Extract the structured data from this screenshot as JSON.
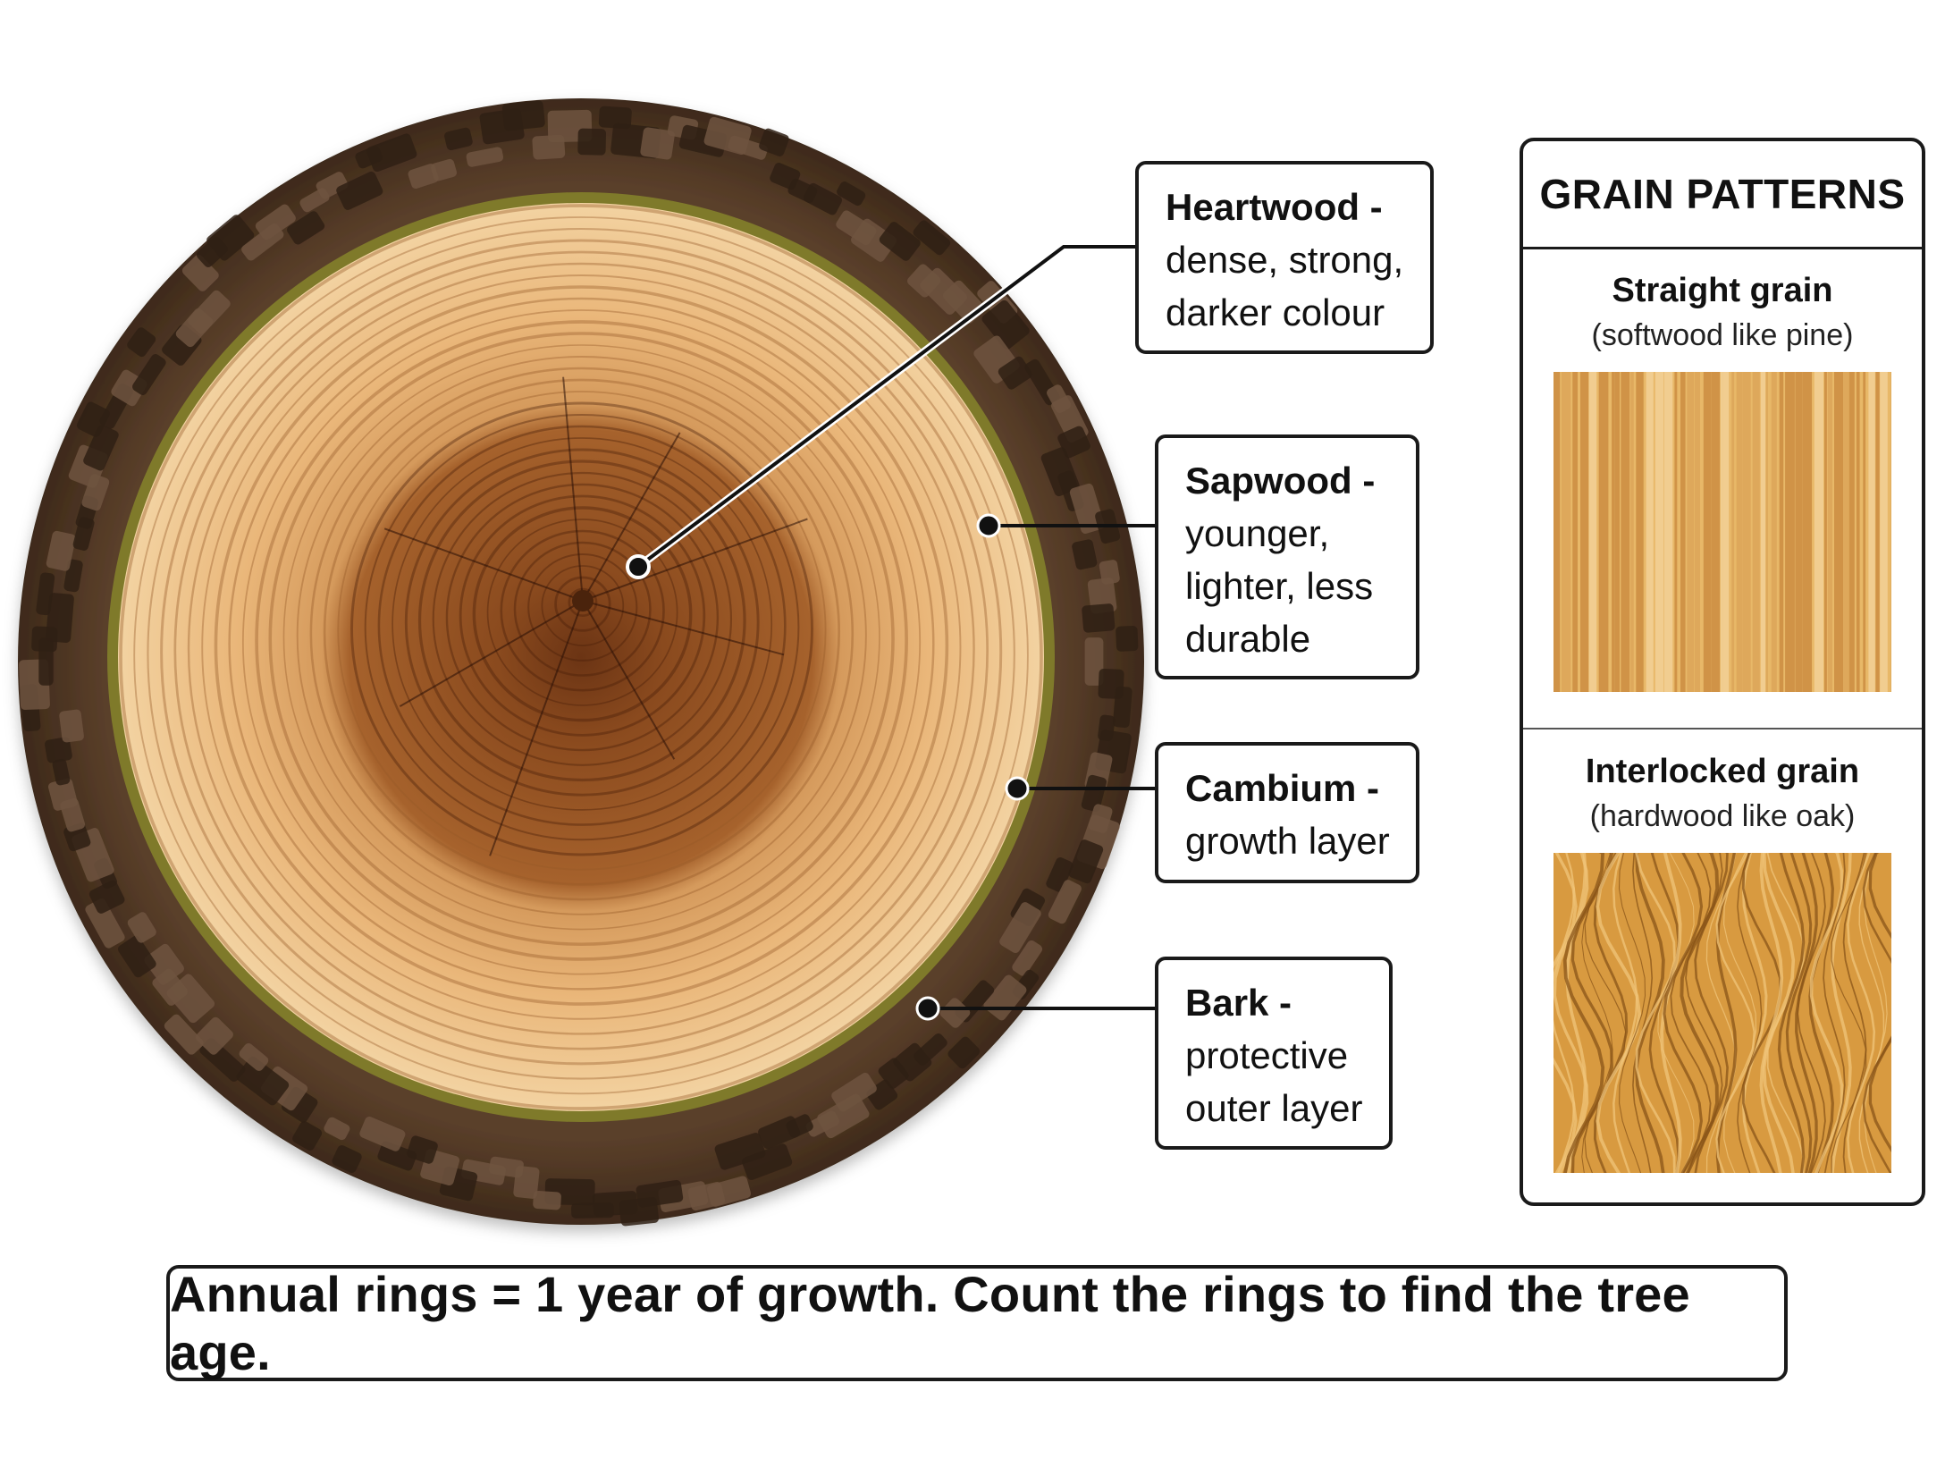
{
  "labels": {
    "heartwood": {
      "title": "Heartwood -",
      "desc": [
        "dense, strong,",
        "darker colour"
      ]
    },
    "sapwood": {
      "title": "Sapwood -",
      "desc": [
        "younger,",
        "lighter, less",
        "durable"
      ]
    },
    "cambium": {
      "title": "Cambium -",
      "desc": [
        "growth layer"
      ]
    },
    "bark": {
      "title": "Bark -",
      "desc": [
        "protective",
        "outer layer"
      ]
    }
  },
  "grain_panel": {
    "title": "GRAIN PATTERNS",
    "straight": {
      "name": "Straight grain",
      "note": "(softwood like pine)"
    },
    "interlocked": {
      "name": "Interlocked grain",
      "note": "(hardwood like oak)"
    }
  },
  "caption": "Annual rings = 1 year of growth. Count the rings to find the tree age.",
  "colors": {
    "bark": "#4a3524",
    "bark_light": "#6e5440",
    "cambium": "#7f7a2a",
    "sapwood": "#f1cc98",
    "heartwood": "#9a5524",
    "pith": "#5a2c10",
    "straight_grain": "#e7b465",
    "interlocked_grain": "#c98a30",
    "outline": "#1a1a1a"
  }
}
